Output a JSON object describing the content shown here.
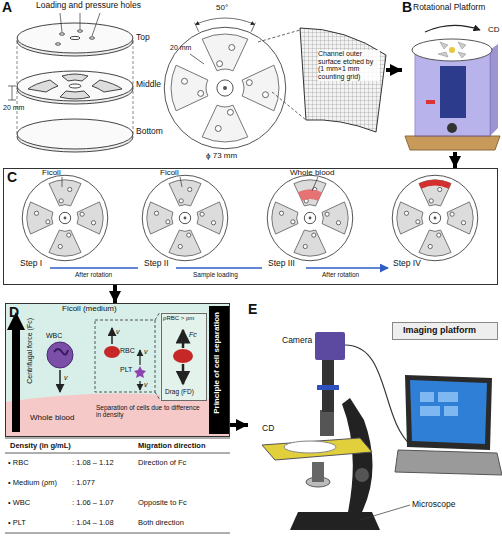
{
  "diagram": {
    "nodes": [
      {
        "text": [
          "A"
        ]
      },
      {
        "text": [
          "B"
        ]
      },
      {
        "text": [
          "C"
        ]
      },
      {
        "text": [
          "D"
        ]
      },
      {
        "text": [
          "Principle of cell separation"
        ],
        "in": 3
      },
      {
        "text": [
          "ρRBC > ρm",
          "Fc",
          "Drag (FD)"
        ],
        "in": 3
      },
      {
        "text": [
          "E"
        ]
      },
      {
        "text": [
          "Imaging platform"
        ],
        "in": 6
      }
    ],
    "edges": [
      {
        "from": 0,
        "to": 1,
        "arrow": "to"
      },
      {
        "from": 1,
        "to": 2,
        "arrow": "to"
      },
      {
        "from": 2,
        "to": 3,
        "arrow": "to"
      },
      {
        "from": 3,
        "to": 6,
        "arrow": "to"
      }
    ],
    "labels": [
      "Loading and pressure holes",
      "Top",
      "Middle",
      "Bottom",
      "20 mm",
      "50°",
      "20 mm",
      "Channel outer surface etched by (1 mm×1 mm counting grid)",
      "ϕ 73 mm",
      "Rotational Platform",
      "CD",
      "Ficoll",
      "Ficoll",
      "Whole blood",
      "Step I",
      "After rotation",
      "Step II",
      "Sample loading",
      "Step III",
      "After rotation",
      "Step IV",
      "Ficoll (medium)",
      "Centrifugal force (Fc)",
      "WBC",
      "RBC",
      "PLT",
      "v",
      "v",
      "v",
      "v",
      "Separation of cells due to difference in density",
      "Whole blood",
      "Density (in g/mL)",
      "Migration direction",
      "• RBC",
      ": 1.08 – 1.12",
      "Direction of Fc",
      "• Medium (ρm)",
      ": 1.077",
      "• WBC",
      ": 1.06 – 1.07",
      "Opposite to Fc",
      "• PLT",
      ": 1.04 – 1.08",
      "Both direction",
      "Camera",
      "CD",
      "Microscope"
    ]
  }
}
